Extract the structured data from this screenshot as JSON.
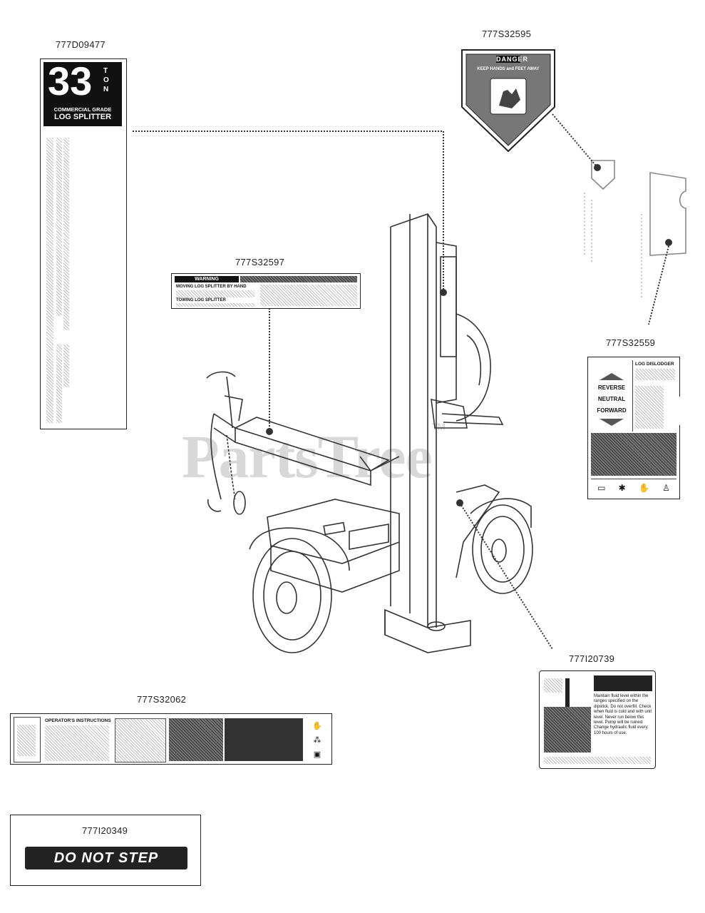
{
  "watermark": {
    "text": "PartsTree",
    "tm": "TM"
  },
  "parts": {
    "p1": "777D09477",
    "p2": "777S32595",
    "p3": "777S32597",
    "p4": "777S32559",
    "p5": "777I20739",
    "p6": "777S32062",
    "p7": "777I20349"
  },
  "decal_33ton": {
    "big_number": "33",
    "ton": "TON",
    "line1": "COMMERCIAL GRADE",
    "line2": "LOG SPLITTER"
  },
  "decal_danger": {
    "title": "DANGER",
    "subtitle": "KEEP HANDS and FEET AWAY"
  },
  "decal_warning": {
    "title": "WARNING",
    "left_head1": "MOVING LOG SPLITTER BY HAND",
    "left_head2": "TOWING LOG SPLITTER"
  },
  "decal_control": {
    "reverse": "REVERSE",
    "neutral": "NEUTRAL",
    "forward": "FORWARD",
    "dislodger": "LOG DISLODGER"
  },
  "decal_fluid": {
    "text": "Maintain fluid level within the ranges specified on the dipstick. Do not overfill. Check when fluid is cold and with unit level. Never run below this level. Pump will be ruined. Change hydraulic fluid every 100 hours of use."
  },
  "decal_operator": {
    "title": "OPERATOR'S INSTRUCTIONS"
  },
  "decal_donotstep": {
    "text": "DO NOT STEP"
  }
}
